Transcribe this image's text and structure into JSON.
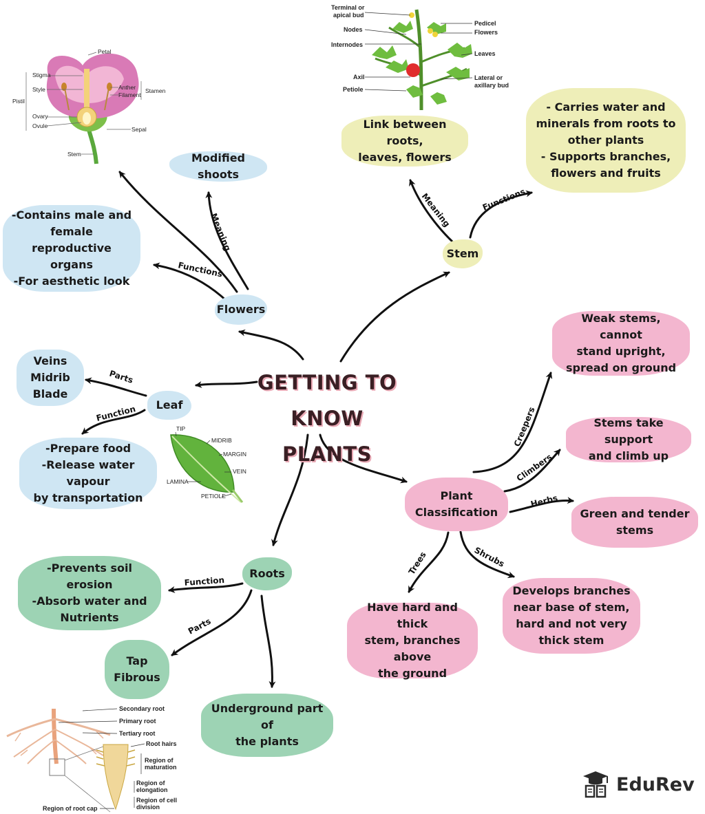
{
  "title": "GETTING TO\nKNOW PLANTS",
  "branches": {
    "flowers": {
      "node": "Flowers",
      "meaning_label": "Meaning",
      "meaning": "Modified shoots",
      "functions_label": "Functions",
      "functions": "-Contains male and\nfemale reproductive\norgans\n-For aesthetic look"
    },
    "stem": {
      "node": "Stem",
      "meaning_label": "Meaning",
      "meaning": "Link between roots,\nleaves, flowers",
      "functions_label": "Functions",
      "functions": "- Carries water and\nminerals from roots to\nother plants\n- Supports branches,\nflowers and fruits"
    },
    "leaf": {
      "node": "Leaf",
      "parts_label": "Parts",
      "parts": "Veins\nMidrib\nBlade",
      "function_label": "Function",
      "function": "-Prepare food\n-Release water vapour\nby transportation"
    },
    "classification": {
      "node": "Plant\nClassification",
      "creepers_label": "Creepers",
      "creepers": "Weak stems, cannot\nstand upright,\nspread on ground",
      "climbers_label": "Climbers",
      "climbers": "Stems take support\nand climb up",
      "herbs_label": "Herbs",
      "herbs": "Green and tender\nstems",
      "shrubs_label": "Shrubs",
      "shrubs": "Develops branches\nnear base of stem,\nhard and not very\nthick stem",
      "trees_label": "Trees",
      "trees": "Have hard and thick\nstem, branches above\nthe ground"
    },
    "roots": {
      "node": "Roots",
      "function_label": "Function",
      "function": "-Prevents soil erosion\n-Absorb water and\nNutrients",
      "parts_label": "Parts",
      "parts": "Tap\nFibrous",
      "meaning": "Underground part of\nthe plants"
    }
  },
  "illustrations": {
    "flower": [
      "Petal",
      "Stigma",
      "Style",
      "Anther",
      "Filament",
      "Stamen",
      "Pistil",
      "Ovary",
      "Ovule",
      "Sepal",
      "Stem"
    ],
    "plant": [
      "Terminal or\napical bud",
      "Nodes",
      "Internodes",
      "Axil",
      "Petiole",
      "Pedicel",
      "Flowers",
      "Leaves",
      "Lateral or\naxillary bud"
    ],
    "leaf": [
      "TIP",
      "MIDRIB",
      "MARGIN",
      "VEIN",
      "LAMINA",
      "PETIOLE"
    ],
    "root": [
      "Secondary root",
      "Primary root",
      "Tertiary root",
      "Root hairs",
      "Region of\nmaturation",
      "Region of\nelongation",
      "Region of cell\ndivision",
      "Region of root cap"
    ]
  },
  "brand": "EduRev",
  "colors": {
    "blue": "#cfe6f3",
    "yellow": "#eeeeb8",
    "pink": "#f3b6cf",
    "green": "#9dd3b4",
    "title": "#3a1f24",
    "title_shadow": "#e9a9b5"
  },
  "icons": [
    "graduation-cap-book-icon"
  ]
}
